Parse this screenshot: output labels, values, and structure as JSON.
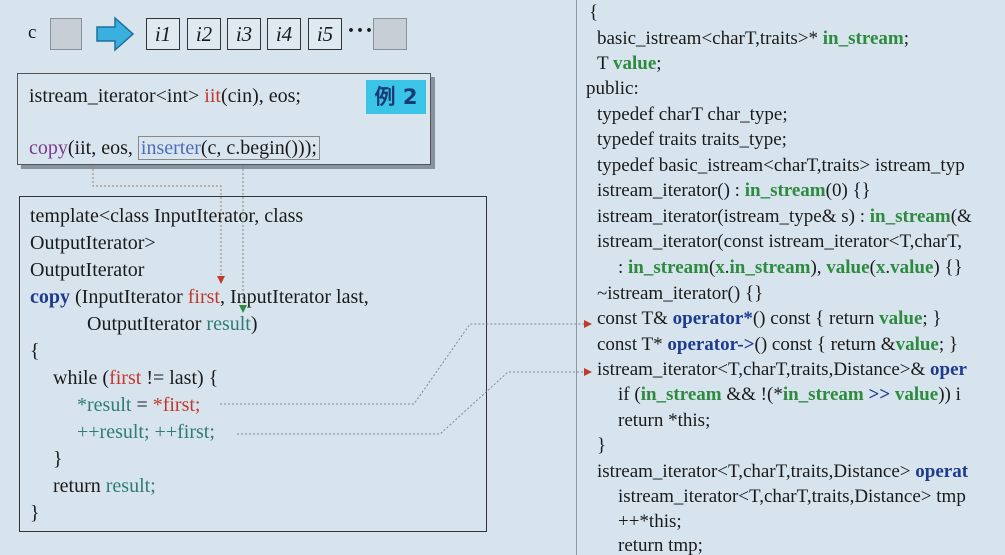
{
  "top_row": {
    "container_label": "c",
    "cells": [
      "i1",
      "i2",
      "i3",
      "i4",
      "i5"
    ],
    "ellipsis": "···"
  },
  "example": {
    "badge": "例 2",
    "line1": {
      "type": "istream_iterator<int> ",
      "iit": "iit",
      "rest": "(cin), eos;"
    },
    "line2": {
      "copy": "copy",
      "args": "(iit, eos, ",
      "inserter": "inserter",
      "inserter_args": "(c, c.begin()));"
    }
  },
  "template_code": {
    "l1": "template<class InputIterator, class",
    "l2": "OutputIterator>",
    "l3": "OutputIterator",
    "l4": {
      "copy": "copy",
      "a": " (InputIterator ",
      "first": "first",
      "b": ", InputIterator last,"
    },
    "l5": {
      "a": "OutputIterator ",
      "result": "result",
      "b": ")"
    },
    "l6": "{",
    "l7": {
      "a": "while (",
      "first": "first",
      "b": " != last) {"
    },
    "l8": {
      "star": "*",
      "result": "result",
      "eq": " = ",
      "rhs": "*first;"
    },
    "l9": {
      "a": "++result; ++first;"
    },
    "l10": "}",
    "l11": {
      "a": "return ",
      "result": "result;"
    },
    "l12": "}"
  },
  "right_code": {
    "r1": "{",
    "r2": {
      "a": "basic_istream<charT,traits>* ",
      "b": "in_stream",
      "c": ";"
    },
    "r3": {
      "a": "T ",
      "b": "value",
      "c": ";"
    },
    "r4": "public:",
    "r5": "typedef charT char_type;",
    "r6": "typedef traits traits_type;",
    "r7": "typedef basic_istream<charT,traits> istream_typ",
    "r8": {
      "a": "istream_iterator() : ",
      "b": "in_stream",
      "c": "(0) {}"
    },
    "r9": {
      "a": "istream_iterator(istream_type& s) : ",
      "b": "in_stream",
      "c": "(&"
    },
    "r10": "istream_iterator(const istream_iterator<T,charT,",
    "r11": {
      "a": ": ",
      "b": "in_stream",
      "c": "(",
      "d": "x",
      "e": ".",
      "f": "in_stream",
      "g": "), ",
      "h": "value",
      "i": "(",
      "j": "x",
      "k": ".",
      "l": "value",
      "m": ") {}"
    },
    "r12": "~istream_iterator() {}",
    "r13": {
      "a": "const T& ",
      "b": "operator*",
      "c": "() const { return ",
      "d": "value",
      "e": "; }"
    },
    "r14": {
      "a": "const T* ",
      "b": "operator->",
      "c": "() const { return &",
      "d": "value",
      "e": "; }"
    },
    "r15": {
      "a": "istream_iterator<T,charT,traits,Distance>& ",
      "b": "oper"
    },
    "r16": {
      "a": "if (",
      "b": "in_stream",
      "c": " && !(*",
      "d": "in_stream",
      "e": " >> ",
      "f": "value",
      "g": ")) i"
    },
    "r17": "return *this;",
    "r18": "}",
    "r19": {
      "a": "istream_iterator<T,charT,traits,Distance> ",
      "b": "operat"
    },
    "r20": "istream_iterator<T,charT,traits,Distance> tmp",
    "r21": "++*this;",
    "r22": "return tmp;"
  },
  "colors": {
    "background": "#d7e4ee",
    "arrow": "#3ab0e0",
    "badge": "#39c4e8",
    "keyword_green": "#2d8a3e",
    "keyword_navy": "#1e3c8c",
    "pointer_red": "#c0392b"
  }
}
